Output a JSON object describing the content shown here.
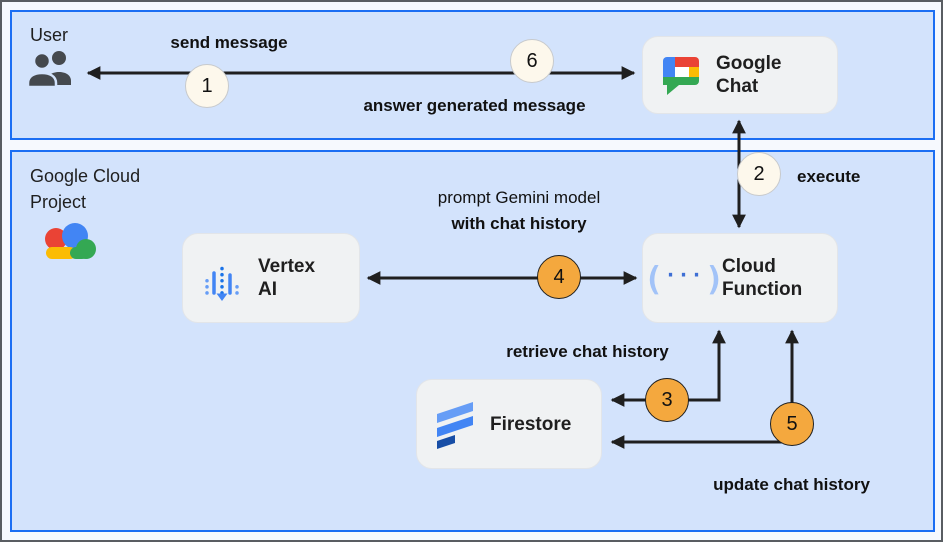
{
  "zones": {
    "user": {
      "label": "User"
    },
    "gcp": {
      "line1": "Google Cloud",
      "line2": "Project"
    }
  },
  "nodes": {
    "google_chat": {
      "line1": "Google",
      "line2": "Chat"
    },
    "vertex_ai": {
      "line1": "Vertex",
      "line2": "AI"
    },
    "cloud_function": {
      "line1": "Cloud",
      "line2": "Function"
    },
    "firestore": {
      "label": "Firestore"
    }
  },
  "flows": {
    "send_message": {
      "label": "send message",
      "step": "1"
    },
    "answer": {
      "label": "answer generated message",
      "step": "6"
    },
    "execute": {
      "label": "execute",
      "step": "2"
    },
    "prompt_gemini": {
      "line1": "prompt Gemini model",
      "line2": "with chat history",
      "step": "4"
    },
    "retrieve_history": {
      "label": "retrieve chat history",
      "step": "3"
    },
    "update_history": {
      "label": "update chat history",
      "step": "5"
    }
  },
  "icons": {
    "user": "people-icon",
    "google_chat": "google-chat-logo",
    "google_cloud": "google-cloud-logo",
    "vertex_ai": "vertex-ai-icon",
    "cloud_function": "cloud-functions-icon",
    "firestore": "firestore-icon",
    "cloud_function_glyph": {
      "open": "(",
      "dots": "···",
      "close": ")"
    }
  },
  "colors": {
    "zone_fill": "#d3e3fc",
    "zone_border": "#1b6ef3",
    "node_fill": "#f0f2f3",
    "arrow": "#1f1f1f",
    "badge_cream": "#fdf8ec",
    "badge_orange": "#f4a83e",
    "google_blue": "#4285f4",
    "google_red": "#ea4335",
    "google_yellow": "#fbbc04",
    "google_green": "#34a853"
  }
}
